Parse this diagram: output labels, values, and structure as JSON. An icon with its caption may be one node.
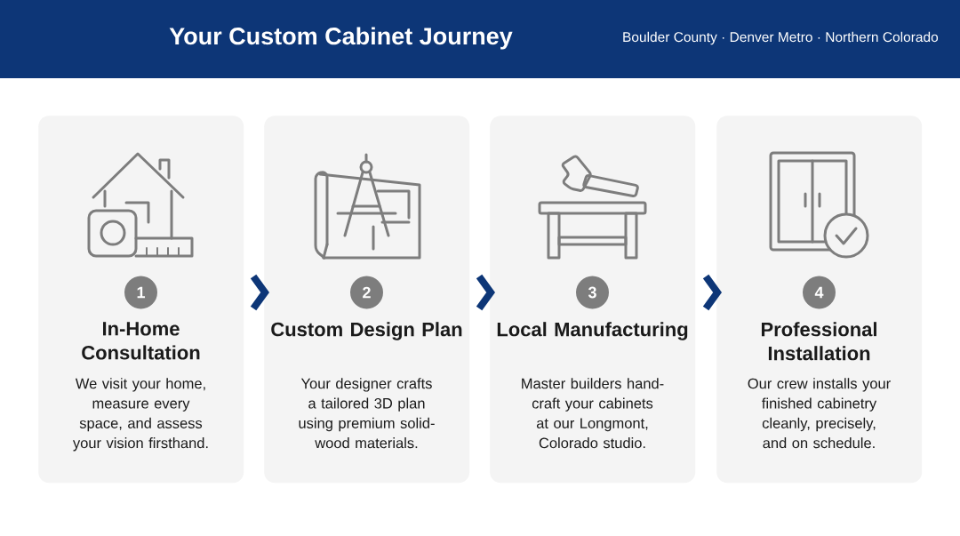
{
  "diagram": {
    "title": "Your Custom Cabinet Journey",
    "nodes": [
      {
        "text": [
          "In-Home Consultation",
          "We visit your home, measure every space, and assess your vision firsthand."
        ]
      },
      {
        "text": [
          "1"
        ],
        "in": 0
      },
      {
        "text": [
          "Custom Design Plan",
          "Your designer crafts a tailored 3D plan using premium solid-wood materials."
        ]
      },
      {
        "text": [
          "2"
        ],
        "in": 2
      },
      {
        "text": [
          "Local Manufacturing",
          "Master builders hand-craft your cabinets at our Longmont, Colorado studio."
        ]
      },
      {
        "text": [
          "3"
        ],
        "in": 4
      },
      {
        "text": [
          "Professional Installation",
          "Our crew installs your finished cabinetry cleanly, precisely, and on schedule."
        ]
      },
      {
        "text": [
          "4"
        ],
        "in": 6
      }
    ],
    "edges": [
      {
        "from": 0,
        "to": 2,
        "arrow": "to"
      },
      {
        "from": 2,
        "to": 4,
        "arrow": "to"
      },
      {
        "from": 4,
        "to": 6,
        "arrow": "to"
      }
    ],
    "labels": [
      "Boulder County · Denver Metro · Northern Colorado"
    ]
  }
}
